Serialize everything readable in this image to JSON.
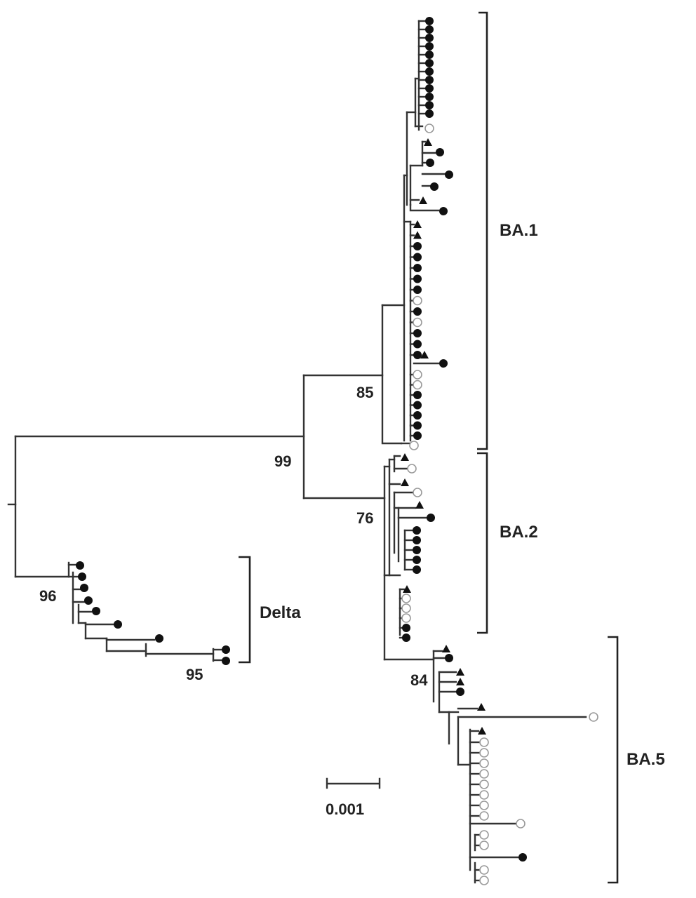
{
  "colors": {
    "line": "#333333",
    "filled": "#111111",
    "open": "#9a9a9a",
    "text": "#222222"
  },
  "tip_legend": {
    "filled-circle": "filled",
    "open-circle": "open",
    "triangle": "triangle"
  },
  "clades": [
    {
      "id": "ba1",
      "label": "BA.1"
    },
    {
      "id": "ba2",
      "label": "BA.2"
    },
    {
      "id": "ba5",
      "label": "BA.5"
    },
    {
      "id": "delta",
      "label": "Delta"
    }
  ],
  "bootstrap": [
    "99",
    "85",
    "76",
    "84",
    "96",
    "95"
  ],
  "scale_bar": {
    "label": "0.001"
  }
}
